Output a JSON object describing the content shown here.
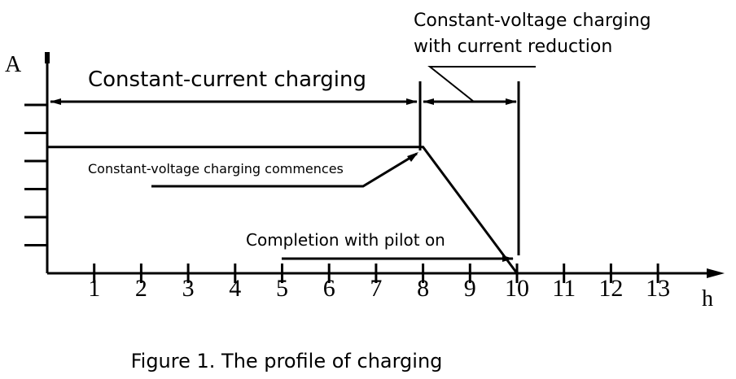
{
  "chart_data": {
    "type": "line",
    "xlabel": "h",
    "ylabel": "A",
    "x_ticks": [
      "1",
      "2",
      "3",
      "4",
      "5",
      "6",
      "7",
      "8",
      "9",
      "10",
      "11",
      "12",
      "13"
    ],
    "xlim": [
      0,
      14
    ],
    "ylim": [
      0,
      7
    ],
    "grid": false,
    "series": [
      {
        "x": [
          0,
          8,
          10
        ],
        "y": [
          4.5,
          4.5,
          0
        ]
      }
    ],
    "annotations": {
      "constant_current": "Constant-current charging",
      "constant_voltage_reduction": "Constant-voltage charging\nwith current reduction",
      "cv_commences": "Constant-voltage charging commences",
      "completion": "Completion with pilot on"
    }
  },
  "caption": "Figure 1. The profile of charging"
}
